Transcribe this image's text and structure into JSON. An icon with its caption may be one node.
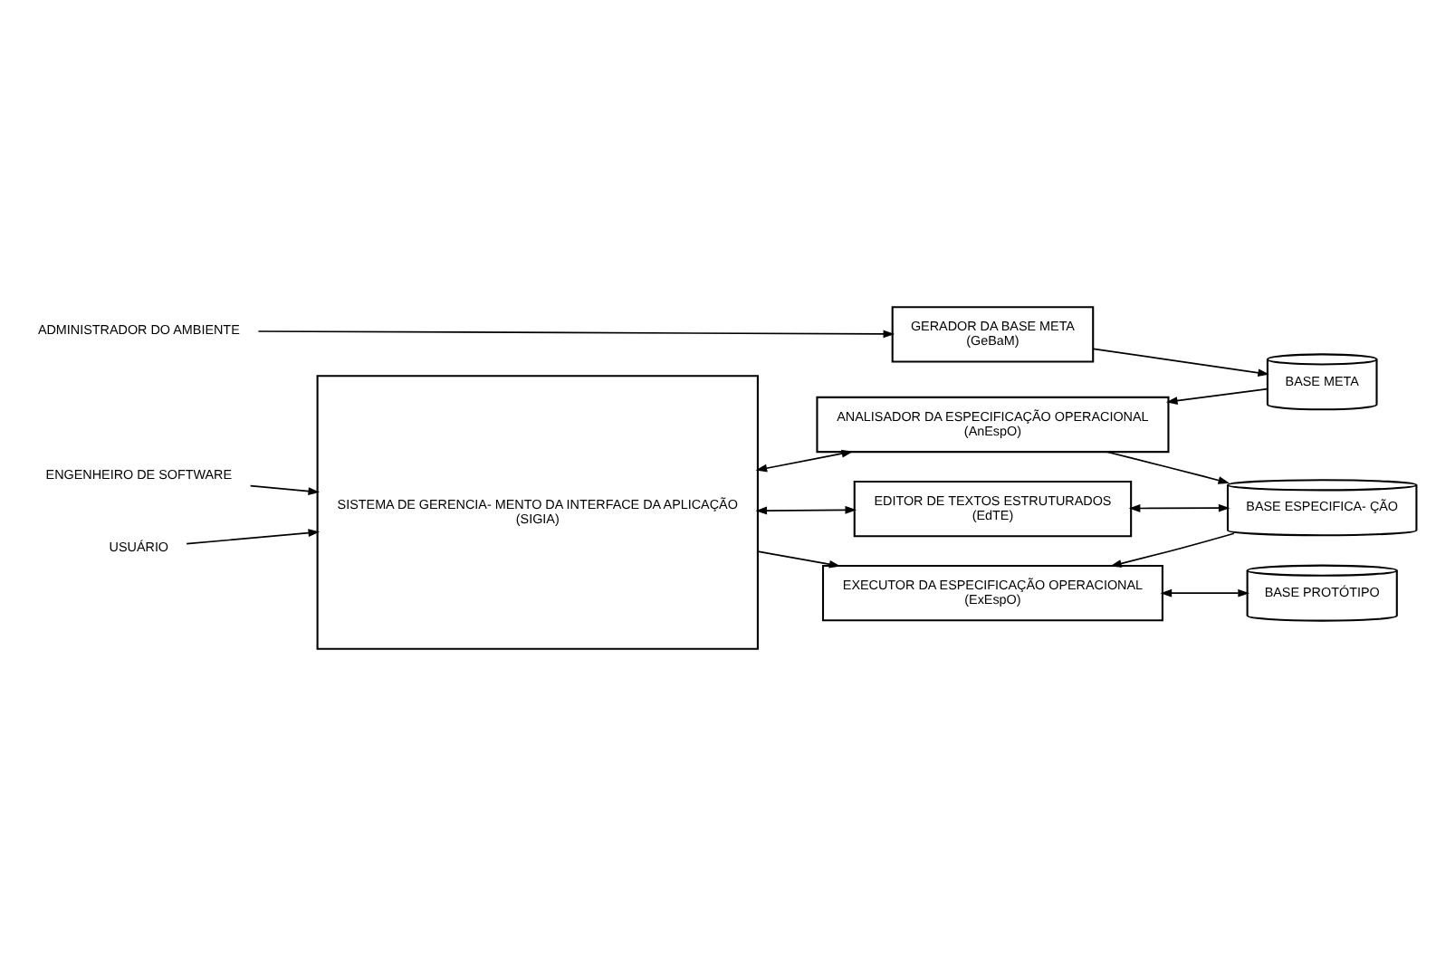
{
  "diagram": {
    "nodes": [
      {
        "text": [
          "ADMINISTRADOR DO AMBIENTE"
        ]
      },
      {
        "text": [
          "GERADOR DA BASE META",
          "(GeBaM)"
        ]
      },
      {
        "text": [
          "BASE META"
        ]
      },
      {
        "text": [
          "ENGENHEIRO DE SOFTWARE"
        ]
      },
      {
        "text": [
          "SISTEMA DE GERENCIA- MENTO DA INTERFACE DA APLICAÇÃO",
          "(SIGIA)"
        ]
      },
      {
        "text": [
          "ANALISADOR DA ESPECIFICAÇÃO OPERACIONAL",
          "(AnEspO)"
        ]
      },
      {
        "text": [
          "EDITOR DE TEXTOS ESTRUTURADOS",
          "(EdTE)"
        ]
      },
      {
        "text": [
          "BASE ESPECIFICA- ÇÃO"
        ]
      },
      {
        "text": [
          "USUÁRIO"
        ]
      },
      {
        "text": [
          "EXECUTOR DA ESPECIFICAÇÃO OPERACIONAL",
          "(ExEspO)"
        ]
      },
      {
        "text": [
          "BASE PROTÓTIPO"
        ]
      }
    ],
    "edges": [
      {
        "from": 0,
        "to": 1,
        "arrow": "to"
      },
      {
        "from": 1,
        "to": 2,
        "arrow": "to"
      },
      {
        "from": 2,
        "to": 5,
        "arrow": "to"
      },
      {
        "from": 3,
        "to": 4,
        "arrow": "to"
      },
      {
        "from": 4,
        "to": 5,
        "arrow": "both"
      },
      {
        "from": 5,
        "to": 7,
        "arrow": "to"
      },
      {
        "from": 4,
        "to": 6,
        "arrow": "both"
      },
      {
        "from": 6,
        "to": 7,
        "arrow": "both"
      },
      {
        "from": 7,
        "to": 9,
        "arrow": "to"
      },
      {
        "from": 8,
        "to": 4,
        "arrow": "to"
      },
      {
        "from": 4,
        "to": 9,
        "arrow": "to"
      },
      {
        "from": 9,
        "to": 10,
        "arrow": "both"
      }
    ]
  }
}
